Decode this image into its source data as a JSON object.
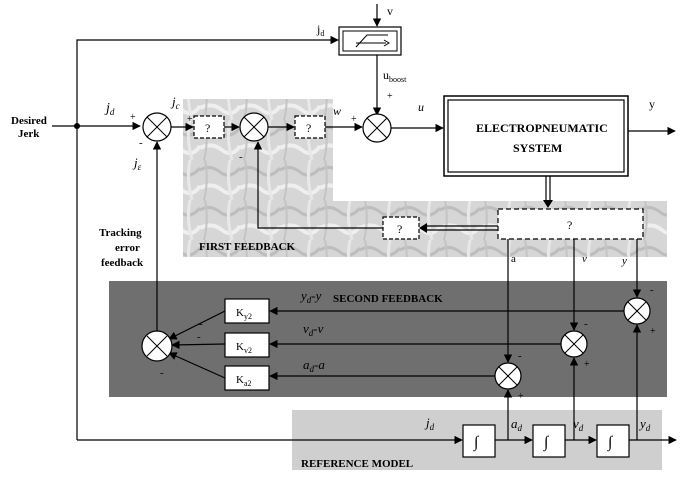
{
  "colors": {
    "second_feedback_band": "#6f6f6f",
    "reference_model_band": "#cfcfcf",
    "first_feedback_texture": "#c9c9c9"
  },
  "labels": {
    "desired_jerk_line1": "Desired",
    "desired_jerk_line2": "Jerk",
    "jd_main": "j",
    "jd_main_sub": "d",
    "jd_top": "j",
    "jd_top_sub": "d",
    "jc": "j",
    "jc_sub": "c",
    "je": "j",
    "je_sub": "ε",
    "w": "w",
    "u": "u",
    "y_out": "y",
    "v_top": "v",
    "u_boost": "u",
    "u_boost_sub": "boost",
    "tracking_line1": "Tracking",
    "tracking_line2": "error",
    "tracking_line3": "feedback",
    "a_sig": "a",
    "v_sig": "v",
    "y_sig": "y",
    "yd_minus_y": "y",
    "yd_minus_y_sub": "d",
    "yd_minus_y_tail": "-y",
    "vd_minus_v": "v",
    "vd_minus_v_sub": "d",
    "vd_minus_v_tail": "-v",
    "ad_minus_a": "a",
    "ad_minus_a_sub": "d",
    "ad_minus_a_tail": "-a",
    "jd_ref": "j",
    "jd_ref_sub": "d",
    "ad_ref": "a",
    "ad_ref_sub": "d",
    "vd_ref": "v",
    "vd_ref_sub": "d",
    "yd_ref": "y",
    "yd_ref_sub": "d"
  },
  "blocks": {
    "system_line1": "ELECTROPNEUMATIC",
    "system_line2": "SYSTEM",
    "unknown": "?",
    "ky2": "K",
    "ky2_sub": "y2",
    "kv2": "K",
    "kv2_sub": "v2",
    "ka2": "K",
    "ka2_sub": "a2",
    "integrator": "∫"
  },
  "bands": {
    "first_feedback": "FIRST FEEDBACK",
    "second_feedback": "SECOND FEEDBACK",
    "reference_model": "REFERENCE MODEL"
  },
  "signs": {
    "plus": "+",
    "minus": "-"
  }
}
